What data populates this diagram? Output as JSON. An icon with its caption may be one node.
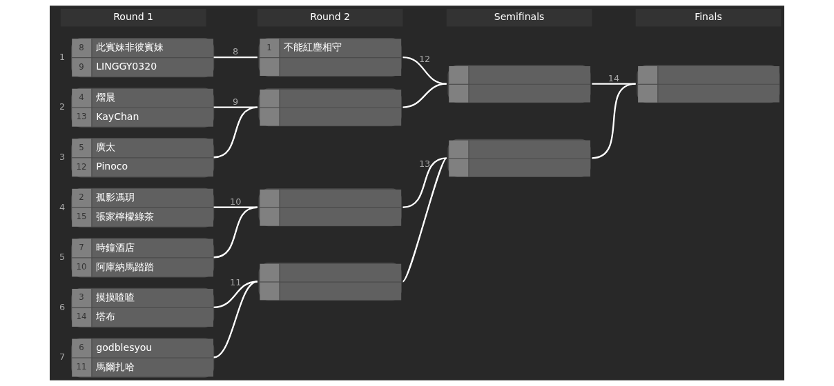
{
  "diagram": {
    "nodes": [
      {
        "text": [
          "8",
          "此賓妹非彼賓妹",
          "9",
          "LINGGY0320"
        ],
        "beside": [
          "1"
        ]
      },
      {
        "text": [
          "4",
          "熠晨",
          "13",
          "KayChan"
        ],
        "beside": [
          "2"
        ]
      },
      {
        "text": [
          "5",
          "廣太",
          "12",
          "Pinoco"
        ],
        "beside": [
          "3"
        ]
      },
      {
        "text": [
          "2",
          "孤影馮玥",
          "15",
          "張家檸檬綠茶"
        ],
        "beside": [
          "4"
        ]
      },
      {
        "text": [
          "7",
          "時鐘酒店",
          "10",
          "阿庫納馬踏踏"
        ],
        "beside": [
          "5"
        ]
      },
      {
        "text": [
          "3",
          "摸摸喳喳",
          "14",
          "塔布"
        ],
        "beside": [
          "6"
        ]
      },
      {
        "text": [
          "6",
          "godblesyou",
          "11",
          "馬爾扎哈"
        ],
        "beside": [
          "7"
        ]
      },
      {
        "text": [
          "1",
          "不能紅塵相守"
        ]
      },
      {
        "text": [],
        "shape": "box"
      },
      {
        "text": [],
        "shape": "box"
      },
      {
        "text": [],
        "shape": "box"
      },
      {
        "text": [],
        "shape": "box"
      },
      {
        "text": [],
        "shape": "box"
      },
      {
        "text": [],
        "shape": "box"
      }
    ],
    "edges": [
      {
        "from": 0,
        "to": 7,
        "arrow": "none",
        "label": "8"
      },
      {
        "from": 1,
        "to": 8,
        "arrow": "none",
        "label": "9"
      },
      {
        "from": 2,
        "to": 8,
        "arrow": "none"
      },
      {
        "from": 3,
        "to": 9,
        "arrow": "none",
        "label": "10"
      },
      {
        "from": 4,
        "to": 9,
        "arrow": "none"
      },
      {
        "from": 5,
        "to": 10,
        "arrow": "none",
        "label": "11"
      },
      {
        "from": 6,
        "to": 10,
        "arrow": "none"
      },
      {
        "from": 7,
        "to": 11,
        "arrow": "none",
        "label": "12"
      },
      {
        "from": 8,
        "to": 11,
        "arrow": "none"
      },
      {
        "from": 9,
        "to": 12,
        "arrow": "none",
        "label": "13"
      },
      {
        "from": 10,
        "to": 12,
        "arrow": "none"
      },
      {
        "from": 11,
        "to": 13,
        "arrow": "none",
        "label": "14"
      },
      {
        "from": 12,
        "to": 13,
        "arrow": "none"
      }
    ],
    "labels": [
      "Round 1",
      "Round 2",
      "Semifinals",
      "Finals"
    ]
  }
}
